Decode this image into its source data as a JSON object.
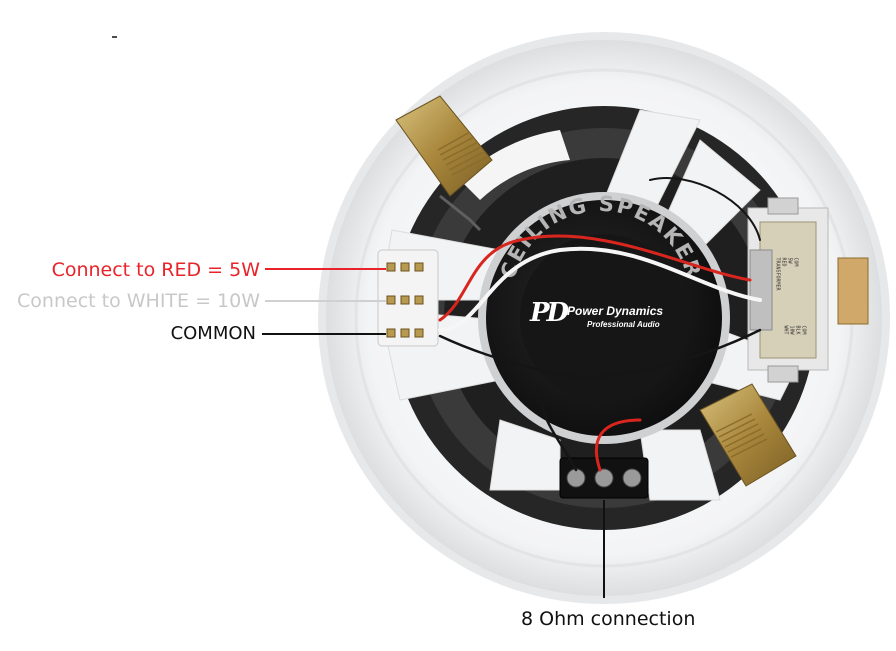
{
  "callouts": {
    "red": "Connect to RED = 5W",
    "white": "Connect to WHITE = 10W",
    "common": "COMMON",
    "ohm": "8 Ohm connection"
  },
  "speaker": {
    "arc_text": "CEILING SPEAKER",
    "brand_logo": "PD",
    "brand_name": "Power Dynamics",
    "brand_sub": "Professional Audio"
  },
  "transformer": {
    "col1": "COM\nBLK\n10W\nWHT",
    "col2": "COM\n5W\nRED\nTRANSFORMER"
  },
  "colors": {
    "red_label": "#e8232a",
    "white_label": "#c8c8c8",
    "common_label": "#111111",
    "wire_red": "#d8261f",
    "wire_black": "#151515",
    "brass": "#b89a4e"
  }
}
